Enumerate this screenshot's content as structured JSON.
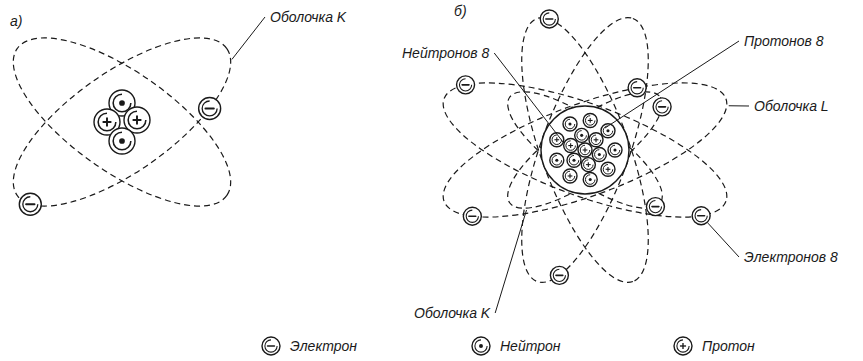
{
  "diagram": {
    "labels": [
      "а)",
      "Оболочка K",
      "б)",
      "Нейтронов 8",
      "Протонов 8",
      "Оболочка L",
      "Оболочка K",
      "Электронов 8"
    ],
    "legend": [
      {
        "text": "Электрон"
      },
      {
        "text": "Нейтрон"
      },
      {
        "text": "Протон"
      }
    ]
  }
}
